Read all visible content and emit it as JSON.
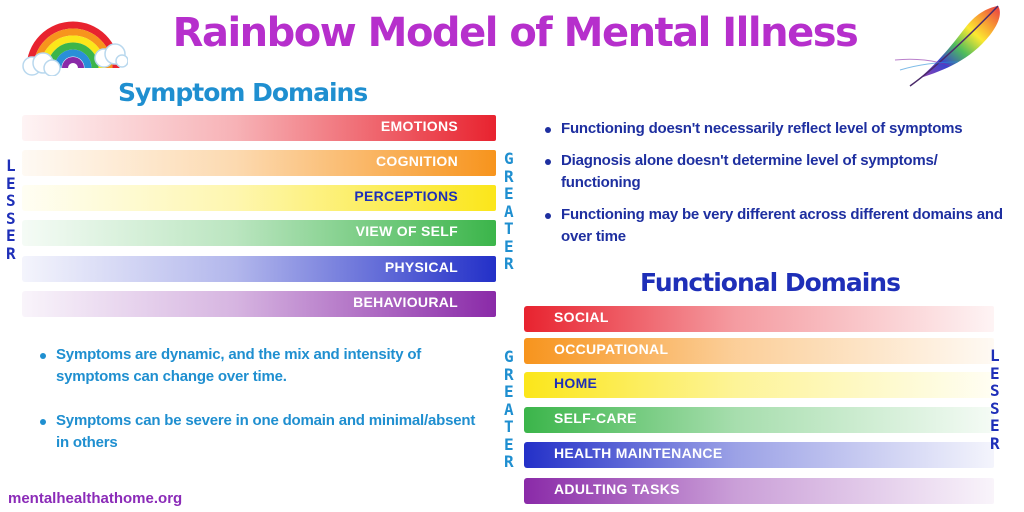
{
  "title": "Rainbow Model of Mental Illness",
  "symptom_title": "Symptom Domains",
  "functional_title": "Functional Domains",
  "symptom_bars": [
    {
      "label": "EMOTIONS",
      "color": "#e8232f",
      "text_color": "#ffffff"
    },
    {
      "label": "COGNITION",
      "color": "#f7941d",
      "text_color": "#ffffff"
    },
    {
      "label": "PERCEPTIONS",
      "color": "#fbe61a",
      "text_color": "#1e2fb8"
    },
    {
      "label": "VIEW OF SELF",
      "color": "#3bb54a",
      "text_color": "#ffffff"
    },
    {
      "label": "PHYSICAL",
      "color": "#2330c8",
      "text_color": "#ffffff"
    },
    {
      "label": "BEHAVIOURAL",
      "color": "#8a2aa8",
      "text_color": "#ffffff"
    }
  ],
  "functional_bars": [
    {
      "label": "SOCIAL",
      "color": "#e8232f",
      "text_color": "#ffffff"
    },
    {
      "label": "OCCUPATIONAL",
      "color": "#f7941d",
      "text_color": "#ffffff"
    },
    {
      "label": "HOME",
      "color": "#fbe61a",
      "text_color": "#1e2fb8"
    },
    {
      "label": "SELF-CARE",
      "color": "#3bb54a",
      "text_color": "#ffffff"
    },
    {
      "label": "HEALTH MAINTENANCE",
      "color": "#2330c8",
      "text_color": "#ffffff"
    },
    {
      "label": "ADULTING TASKS",
      "color": "#8a2aa8",
      "text_color": "#ffffff"
    }
  ],
  "symptom_lesser": "LESSER",
  "symptom_greater": "GREATER",
  "functional_greater": "GREATER",
  "functional_lesser": "LESSER",
  "right_bullets": [
    "Functioning doesn't necessarily reflect level of symptoms",
    "Diagnosis alone doesn't determine level of symptoms/ functioning",
    "Functioning may be very different across different domains and over time"
  ],
  "left_bullets": [
    "Symptoms are dynamic, and the mix and intensity of symptoms can change over time.",
    "Symptoms can be severe in one domain and minimal/absent in others"
  ],
  "footer": "mentalhealthathome.org",
  "colors": {
    "title": "#b62fcc",
    "lesser_letters": "#1e2fb8",
    "greater_letters": "#1f8fd0"
  }
}
